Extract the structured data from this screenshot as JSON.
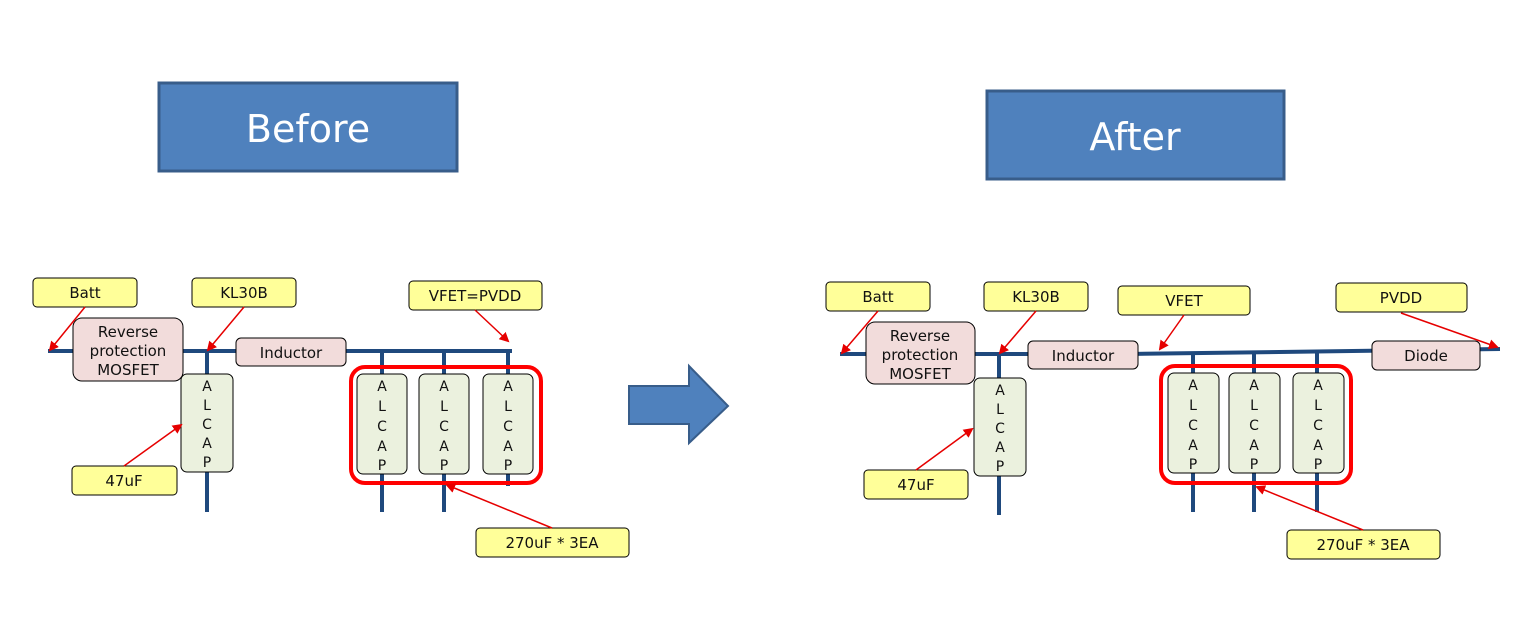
{
  "before": {
    "title": "Before",
    "labels": {
      "batt": "Batt",
      "kl30b": "KL30B",
      "vfet": "VFET=PVDD",
      "cap_small": "47uF",
      "cap_bank": "270uF * 3EA"
    },
    "components": {
      "mosfet": [
        "Reverse",
        "protection",
        "MOSFET"
      ],
      "inductor": "Inductor",
      "capacitor": [
        "A",
        "L",
        "C",
        "A",
        "P"
      ]
    }
  },
  "after": {
    "title": "After",
    "labels": {
      "batt": "Batt",
      "kl30b": "KL30B",
      "vfet": "VFET",
      "pvdd": "PVDD",
      "cap_small": "47uF",
      "cap_bank": "270uF * 3EA"
    },
    "components": {
      "mosfet": [
        "Reverse",
        "protection",
        "MOSFET"
      ],
      "inductor": "Inductor",
      "diode": "Diode",
      "capacitor": [
        "A",
        "L",
        "C",
        "A",
        "P"
      ]
    }
  },
  "colors": {
    "title_fill": "#4f81bd",
    "title_stroke": "#385d8a",
    "wire": "#1f497d",
    "label_fill": "#ffff99",
    "component_fill": "#f2dcdb",
    "cap_fill": "#ebf1de",
    "highlight": "#ff0000",
    "arrow": "#e60000"
  }
}
